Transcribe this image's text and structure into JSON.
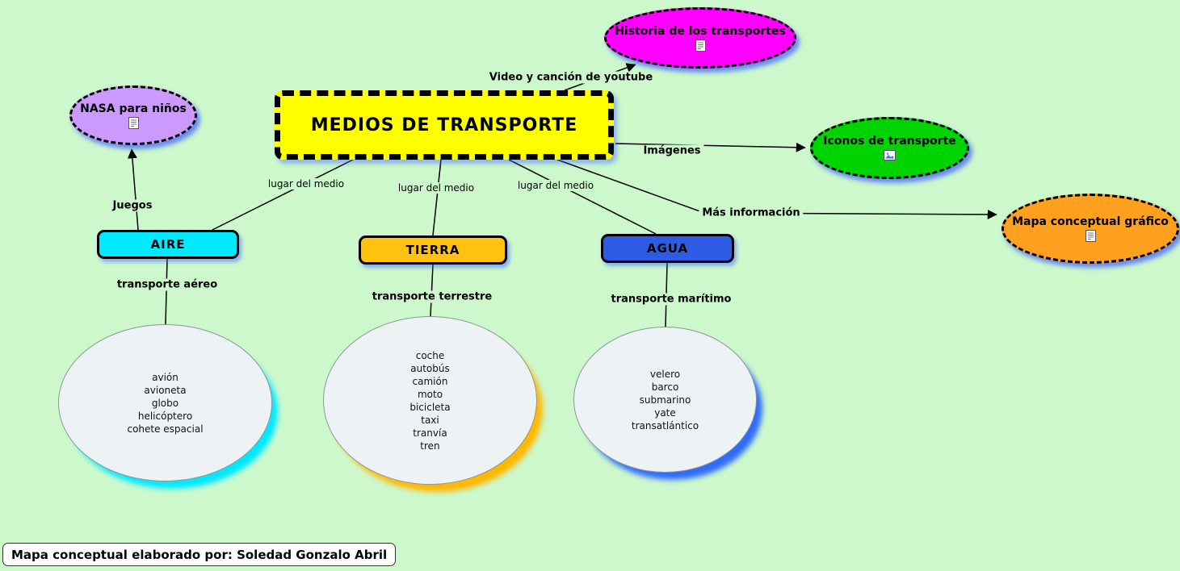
{
  "main_node": {
    "label": "MEDIOS DE TRANSPORTE",
    "color": "#ffff00"
  },
  "resource_nodes": {
    "historia": {
      "label": "Historia de los transportes",
      "color": "#ff00ff",
      "icon": "document-icon"
    },
    "nasa": {
      "label": "NASA para niños",
      "color": "#cc99ff",
      "icon": "document-icon"
    },
    "iconos": {
      "label": "Iconos de transporte",
      "color": "#00d400",
      "icon": "image-icon"
    },
    "mapa_grafico": {
      "label": "Mapa conceptual gráfico",
      "color": "#ffa01e",
      "icon": "document-icon"
    }
  },
  "category_nodes": {
    "aire": {
      "label": "AIRE",
      "color": "#00eaff"
    },
    "tierra": {
      "label": "TIERRA",
      "color": "#ffc20e"
    },
    "agua": {
      "label": "AGUA",
      "color": "#2d5be3"
    }
  },
  "link_labels": {
    "video": "Video y canción de youtube",
    "juegos": "Juegos",
    "imagenes": "Imágenes",
    "mas_informacion": "Más información",
    "lugar_del_medio_1": "lugar del medio",
    "lugar_del_medio_2": "lugar del medio",
    "lugar_del_medio_3": "lugar del medio",
    "transporte_aereo": "transporte aéreo",
    "transporte_terrestre": "transporte terrestre",
    "transporte_maritimo": "transporte marítimo"
  },
  "vehicle_lists": {
    "aire": [
      "avión",
      "avioneta",
      "globo",
      "helicóptero",
      "cohete espacial"
    ],
    "tierra": [
      "coche",
      "autobús",
      "camión",
      "moto",
      "bicicleta",
      "taxi",
      "tranvía",
      "tren"
    ],
    "agua": [
      "velero",
      "barco",
      "submarino",
      "yate",
      "transatlántico"
    ]
  },
  "footer": {
    "text": "Mapa conceptual elaborado por: Soledad Gonzalo Abril"
  },
  "colors": {
    "background": "#ccf8cc",
    "shadow_glow": "#4664ff"
  }
}
